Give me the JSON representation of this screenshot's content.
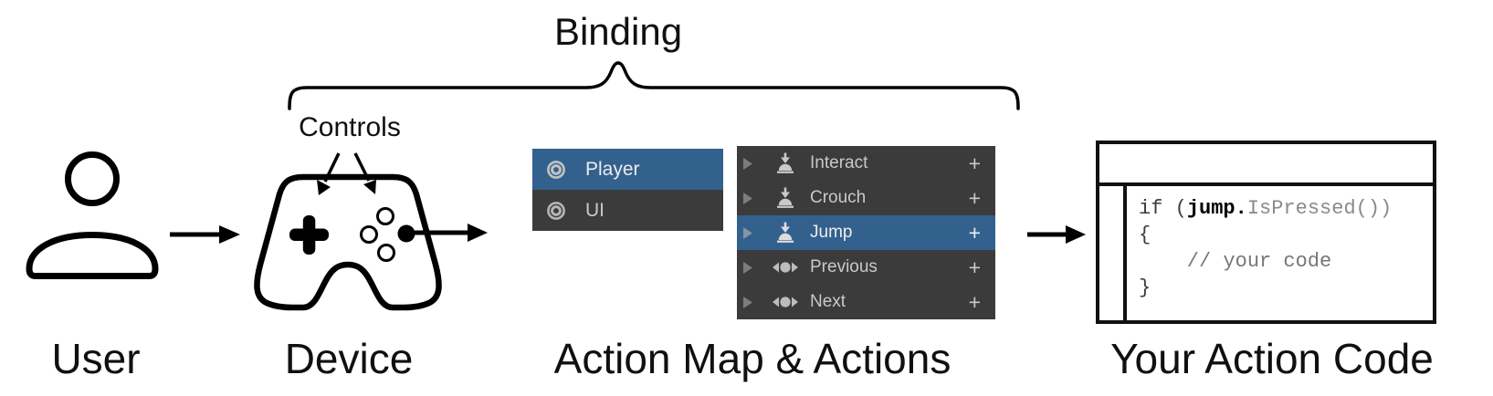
{
  "labels": {
    "binding": "Binding",
    "controls": "Controls",
    "user": "User",
    "device": "Device",
    "action_map": "Action Map & Actions",
    "your_action_code": "Your Action Code"
  },
  "action_map_panel": {
    "items": [
      {
        "label": "Player",
        "selected": true
      },
      {
        "label": "UI",
        "selected": false
      }
    ]
  },
  "actions_panel": {
    "add_label": "+",
    "items": [
      {
        "label": "Interact",
        "icon": "button-press",
        "selected": false
      },
      {
        "label": "Crouch",
        "icon": "button-press",
        "selected": false
      },
      {
        "label": "Jump",
        "icon": "button-press",
        "selected": true
      },
      {
        "label": "Previous",
        "icon": "axis",
        "selected": false
      },
      {
        "label": "Next",
        "icon": "axis",
        "selected": false
      }
    ]
  },
  "code_window": {
    "line1_prefix": "if (",
    "line1_keyword": "jump.",
    "line1_suffix": "IsPressed())",
    "line2": "{",
    "line3": "    // your code",
    "line4": "}"
  },
  "colors": {
    "selection_blue": "#33618E",
    "panel_dark": "#3B3B3B",
    "row_text": "#C9C9C9",
    "row_text_selected": "#ECECEC",
    "icon_gray": "#C4C4C4",
    "foldout_gray": "#7D7D7D",
    "ink": "#0A0A0A",
    "code_dim": "#8A8A8A",
    "code_comment": "#767676"
  }
}
